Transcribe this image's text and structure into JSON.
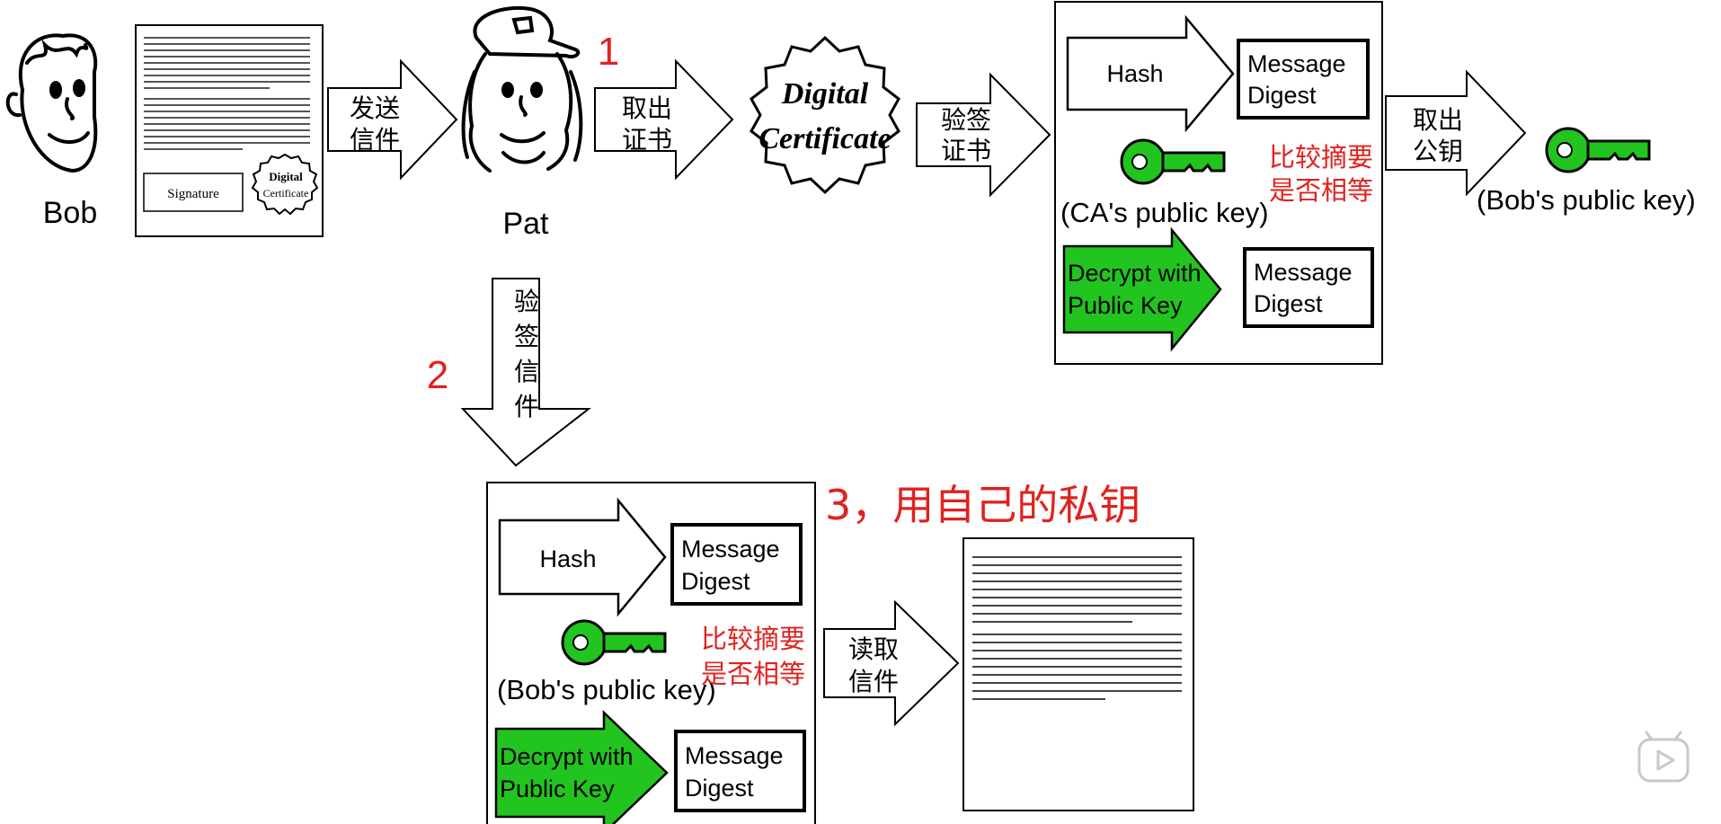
{
  "colors": {
    "red": "#e0221f",
    "green": "#22c41f",
    "black": "#000000",
    "white": "#ffffff"
  },
  "people": {
    "bob_name": "Bob",
    "pat_name": "Pat"
  },
  "letter": {
    "signature_label": "Signature",
    "seal_line1": "Digital",
    "seal_line2": "Certificate"
  },
  "arrows": {
    "send_line1": "发送",
    "send_line2": "信件",
    "take_cert_line1": "取出",
    "take_cert_line2": "证书",
    "verify_cert_line1": "验签",
    "verify_cert_line2": "证书",
    "take_key_line1": "取出",
    "take_key_line2": "公钥",
    "verify_letter": [
      "验",
      "签",
      "信",
      "件"
    ],
    "read_letter_line1": "读取",
    "read_letter_line2": "信件"
  },
  "steps": {
    "step1": "1",
    "step2": "2",
    "step3": "3，用自己的私钥"
  },
  "certificate": {
    "line1": "Digital",
    "line2": "Certificate"
  },
  "verify_box_top": {
    "hash_label": "Hash",
    "digest1_line1": "Message",
    "digest1_line2": "Digest",
    "key_label": "(CA's public key)",
    "compare_line1": "比较摘要",
    "compare_line2": "是否相等",
    "decrypt_line1": "Decrypt with",
    "decrypt_line2": "Public Key",
    "digest2_line1": "Message",
    "digest2_line2": "Digest"
  },
  "bob_key": {
    "label": "(Bob's public key)"
  },
  "verify_box_bottom": {
    "hash_label": "Hash",
    "digest1_line1": "Message",
    "digest1_line2": "Digest",
    "key_label": "(Bob's public key)",
    "compare_line1": "比较摘要",
    "compare_line2": "是否相等",
    "decrypt_line1": "Decrypt with",
    "decrypt_line2": "Public Key",
    "digest2_line1": "Message",
    "digest2_line2": "Digest"
  },
  "icons": {
    "player": "play-icon"
  }
}
